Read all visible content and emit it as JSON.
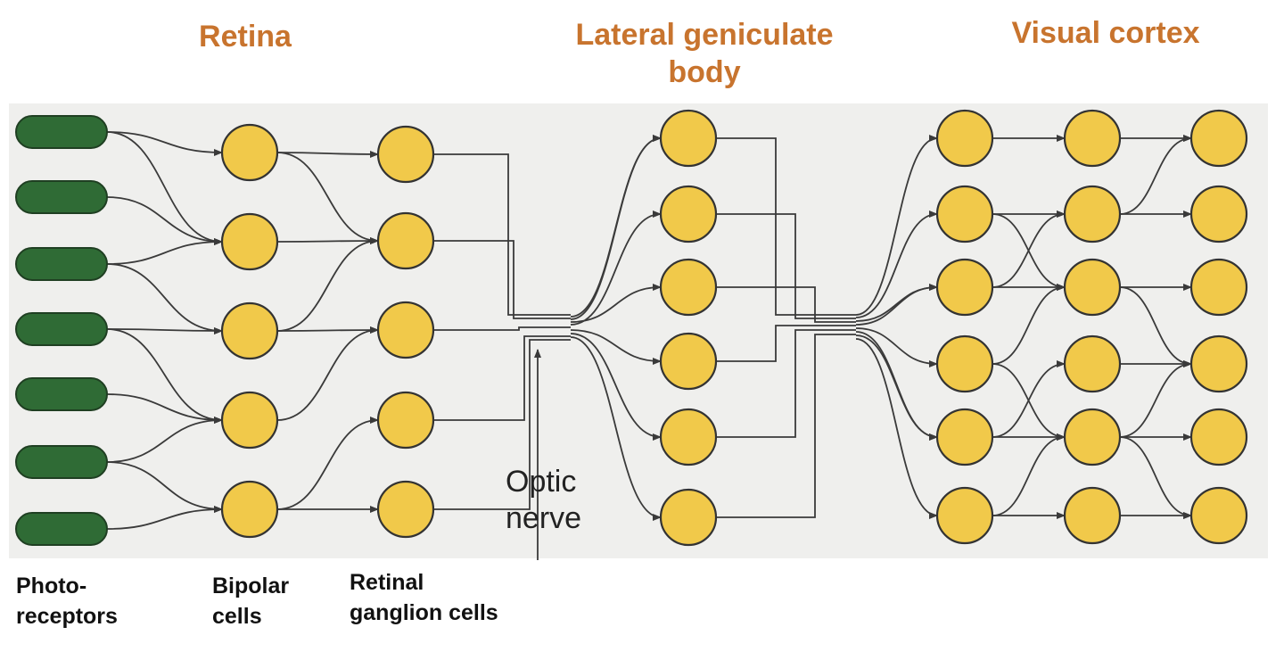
{
  "headers": {
    "retina": "Retina",
    "lgb_line1": "Lateral geniculate",
    "lgb_line2": "body",
    "visual_cortex": "Visual cortex"
  },
  "labels": {
    "photoreceptors_line1": "Photo-",
    "photoreceptors_line2": "receptors",
    "bipolar_line1": "Bipolar",
    "bipolar_line2": "cells",
    "rgc_line1": "Retinal",
    "rgc_line2": "ganglion cells",
    "optic_line1": "Optic",
    "optic_line2": "nerve"
  },
  "colors": {
    "header": "#c8742e",
    "photoreceptor_fill": "#2f6b35",
    "cell_fill": "#f1c94a",
    "panel_bg": "#efefed",
    "wire": "#3a3a3a"
  },
  "groups": {
    "photoreceptors": 7,
    "bipolar_cells": 5,
    "retinal_ganglion_cells": 5,
    "lgb_cells": 6,
    "cortex_columns": 3,
    "cortex_cells_per_column": 6
  }
}
